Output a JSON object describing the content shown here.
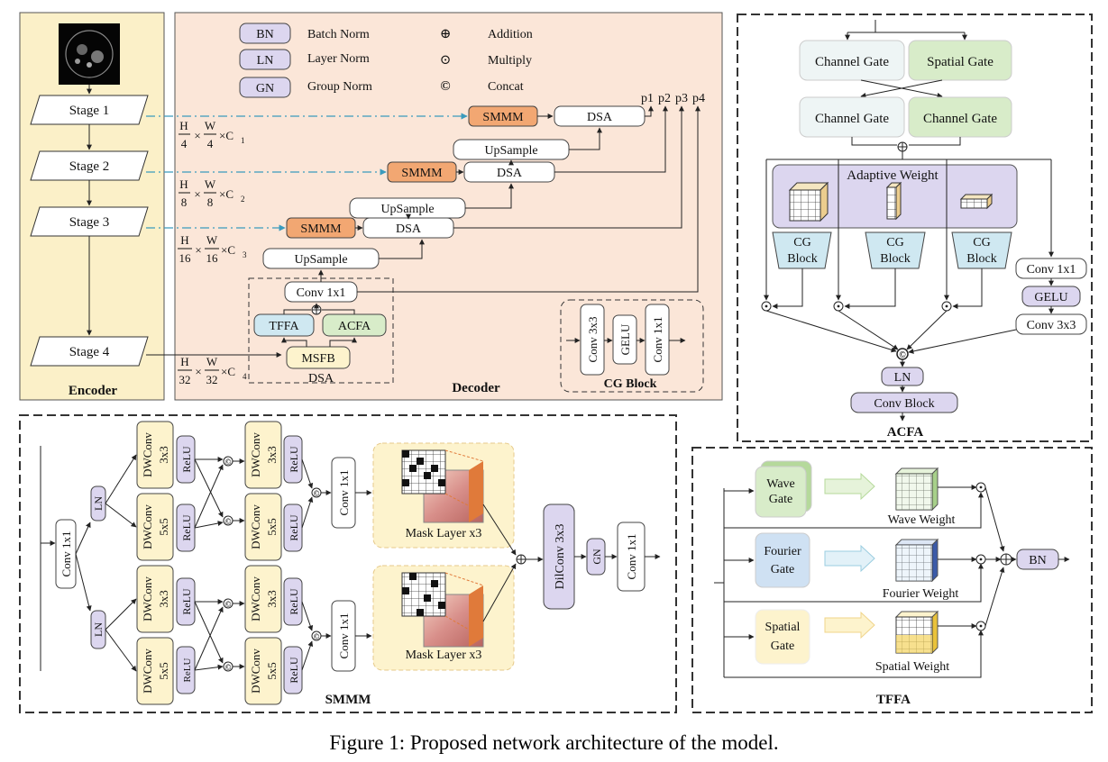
{
  "caption": "Figure 1: Proposed network architecture of the model.",
  "encoder": {
    "title": "Encoder",
    "stages": [
      "Stage 1",
      "Stage 2",
      "Stage 3",
      "Stage 4"
    ]
  },
  "decoder": {
    "title": "Decoder",
    "legend": {
      "bn_abbr": "BN",
      "bn_text": "Batch Norm",
      "ln_abbr": "LN",
      "ln_text": "Layer Norm",
      "gn_abbr": "GN",
      "gn_text": "Group Norm",
      "add_symbol": "⊕",
      "add_text": "Addition",
      "mul_symbol": "⊙",
      "mul_text": "Multiply",
      "cat_symbol": "©",
      "cat_text": "Concat"
    },
    "outputs": [
      "p1",
      "p2",
      "p3",
      "p4"
    ],
    "smmm": "SMMM",
    "dsa": "DSA",
    "upsample": "UpSample",
    "conv1x1": "Conv 1x1",
    "tffa": "TFFA",
    "acfa": "ACFA",
    "msfb": "MSFB",
    "dsa_group": "DSA",
    "dims": [
      {
        "n": "H",
        "d": "4",
        "n2": "W",
        "d2": "4",
        "c": "×C",
        "sub": "1"
      },
      {
        "n": "H",
        "d": "8",
        "n2": "W",
        "d2": "8",
        "c": "×C",
        "sub": "2"
      },
      {
        "n": "H",
        "d": "16",
        "n2": "W",
        "d2": "16",
        "c": "×C",
        "sub": "3"
      },
      {
        "n": "H",
        "d": "32",
        "n2": "W",
        "d2": "32",
        "c": "×C",
        "sub": "4"
      }
    ],
    "times": "×",
    "cg_block": {
      "title": "CG Block",
      "items": [
        "Conv 3x3",
        "GELU",
        "Conv 1x1"
      ]
    }
  },
  "acfa": {
    "title": "ACFA",
    "gates_top": [
      "Channel Gate",
      "Spatial Gate"
    ],
    "gates_mid": [
      "Channel Gate",
      "Channel Gate"
    ],
    "adaptive_weight": "Adaptive Weight",
    "cg_block_line1": "CG",
    "cg_block_line2": "Block",
    "conv1x1": "Conv 1x1",
    "gelu": "GELU",
    "conv3x3": "Conv 3x3",
    "ln": "LN",
    "conv_block": "Conv Block"
  },
  "smmm": {
    "title": "SMMM",
    "conv1x1": "Conv 1x1",
    "ln": "LN",
    "dwconv": "DWConv",
    "k3": "3x3",
    "k5": "5x5",
    "relu": "ReLU",
    "mask_layer": "Mask Layer x3",
    "dilconv": "DilConv 3x3",
    "gn": "GN"
  },
  "tffa": {
    "title": "TFFA",
    "wave_gate": [
      "Wave",
      "Gate"
    ],
    "fourier_gate": [
      "Fourier",
      "Gate"
    ],
    "spatial_gate": [
      "Spatial",
      "Gate"
    ],
    "wave_weight": "Wave Weight",
    "fourier_weight": "Fourier Weight",
    "spatial_weight": "Spatial Weight",
    "bn": "BN"
  },
  "colors": {
    "encoder_bg": "#fbf0c8",
    "decoder_bg": "#fbe6d8",
    "orange": "#f2a772",
    "purple": "#dcd6ef",
    "yellow": "#fdf3cd",
    "green": "#d8ecc9",
    "blue": "#cfe8f1"
  }
}
